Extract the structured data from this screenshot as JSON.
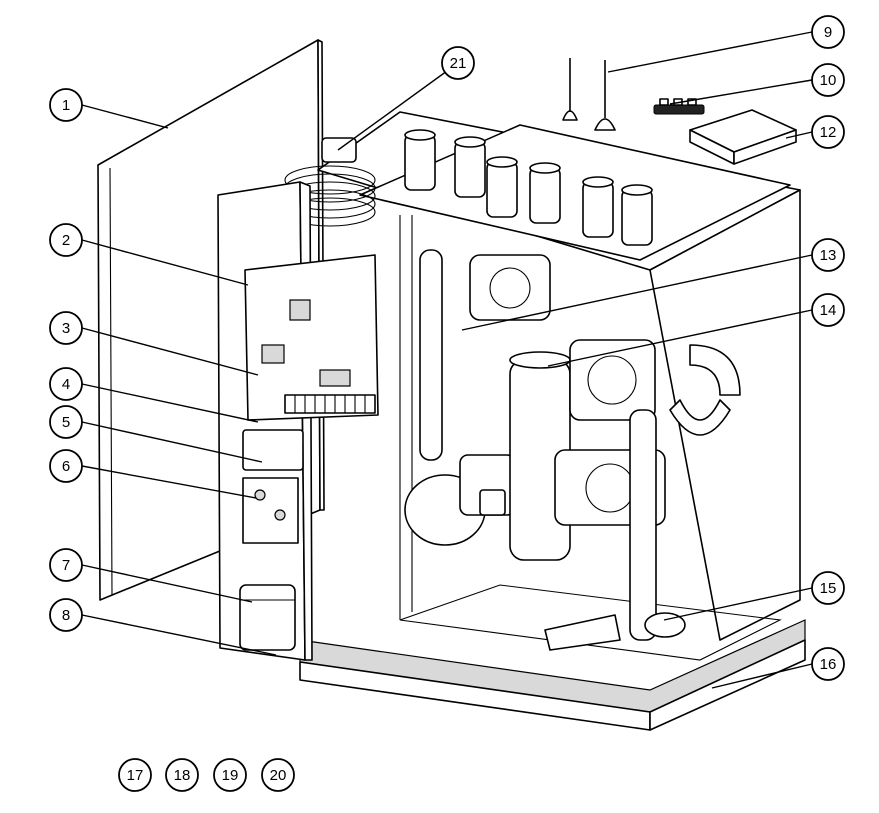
{
  "callouts": [
    {
      "id": "c1",
      "label": "1"
    },
    {
      "id": "c2",
      "label": "2"
    },
    {
      "id": "c3",
      "label": "3"
    },
    {
      "id": "c4",
      "label": "4"
    },
    {
      "id": "c5",
      "label": "5"
    },
    {
      "id": "c6",
      "label": "6"
    },
    {
      "id": "c7",
      "label": "7"
    },
    {
      "id": "c8",
      "label": "8"
    },
    {
      "id": "c9",
      "label": "9"
    },
    {
      "id": "c10",
      "label": "10"
    },
    {
      "id": "c12",
      "label": "12"
    },
    {
      "id": "c13",
      "label": "13"
    },
    {
      "id": "c14",
      "label": "14"
    },
    {
      "id": "c15",
      "label": "15"
    },
    {
      "id": "c16",
      "label": "16"
    },
    {
      "id": "c17",
      "label": "17"
    },
    {
      "id": "c18",
      "label": "18"
    },
    {
      "id": "c19",
      "label": "19"
    },
    {
      "id": "c20",
      "label": "20"
    },
    {
      "id": "c21",
      "label": "21"
    }
  ]
}
